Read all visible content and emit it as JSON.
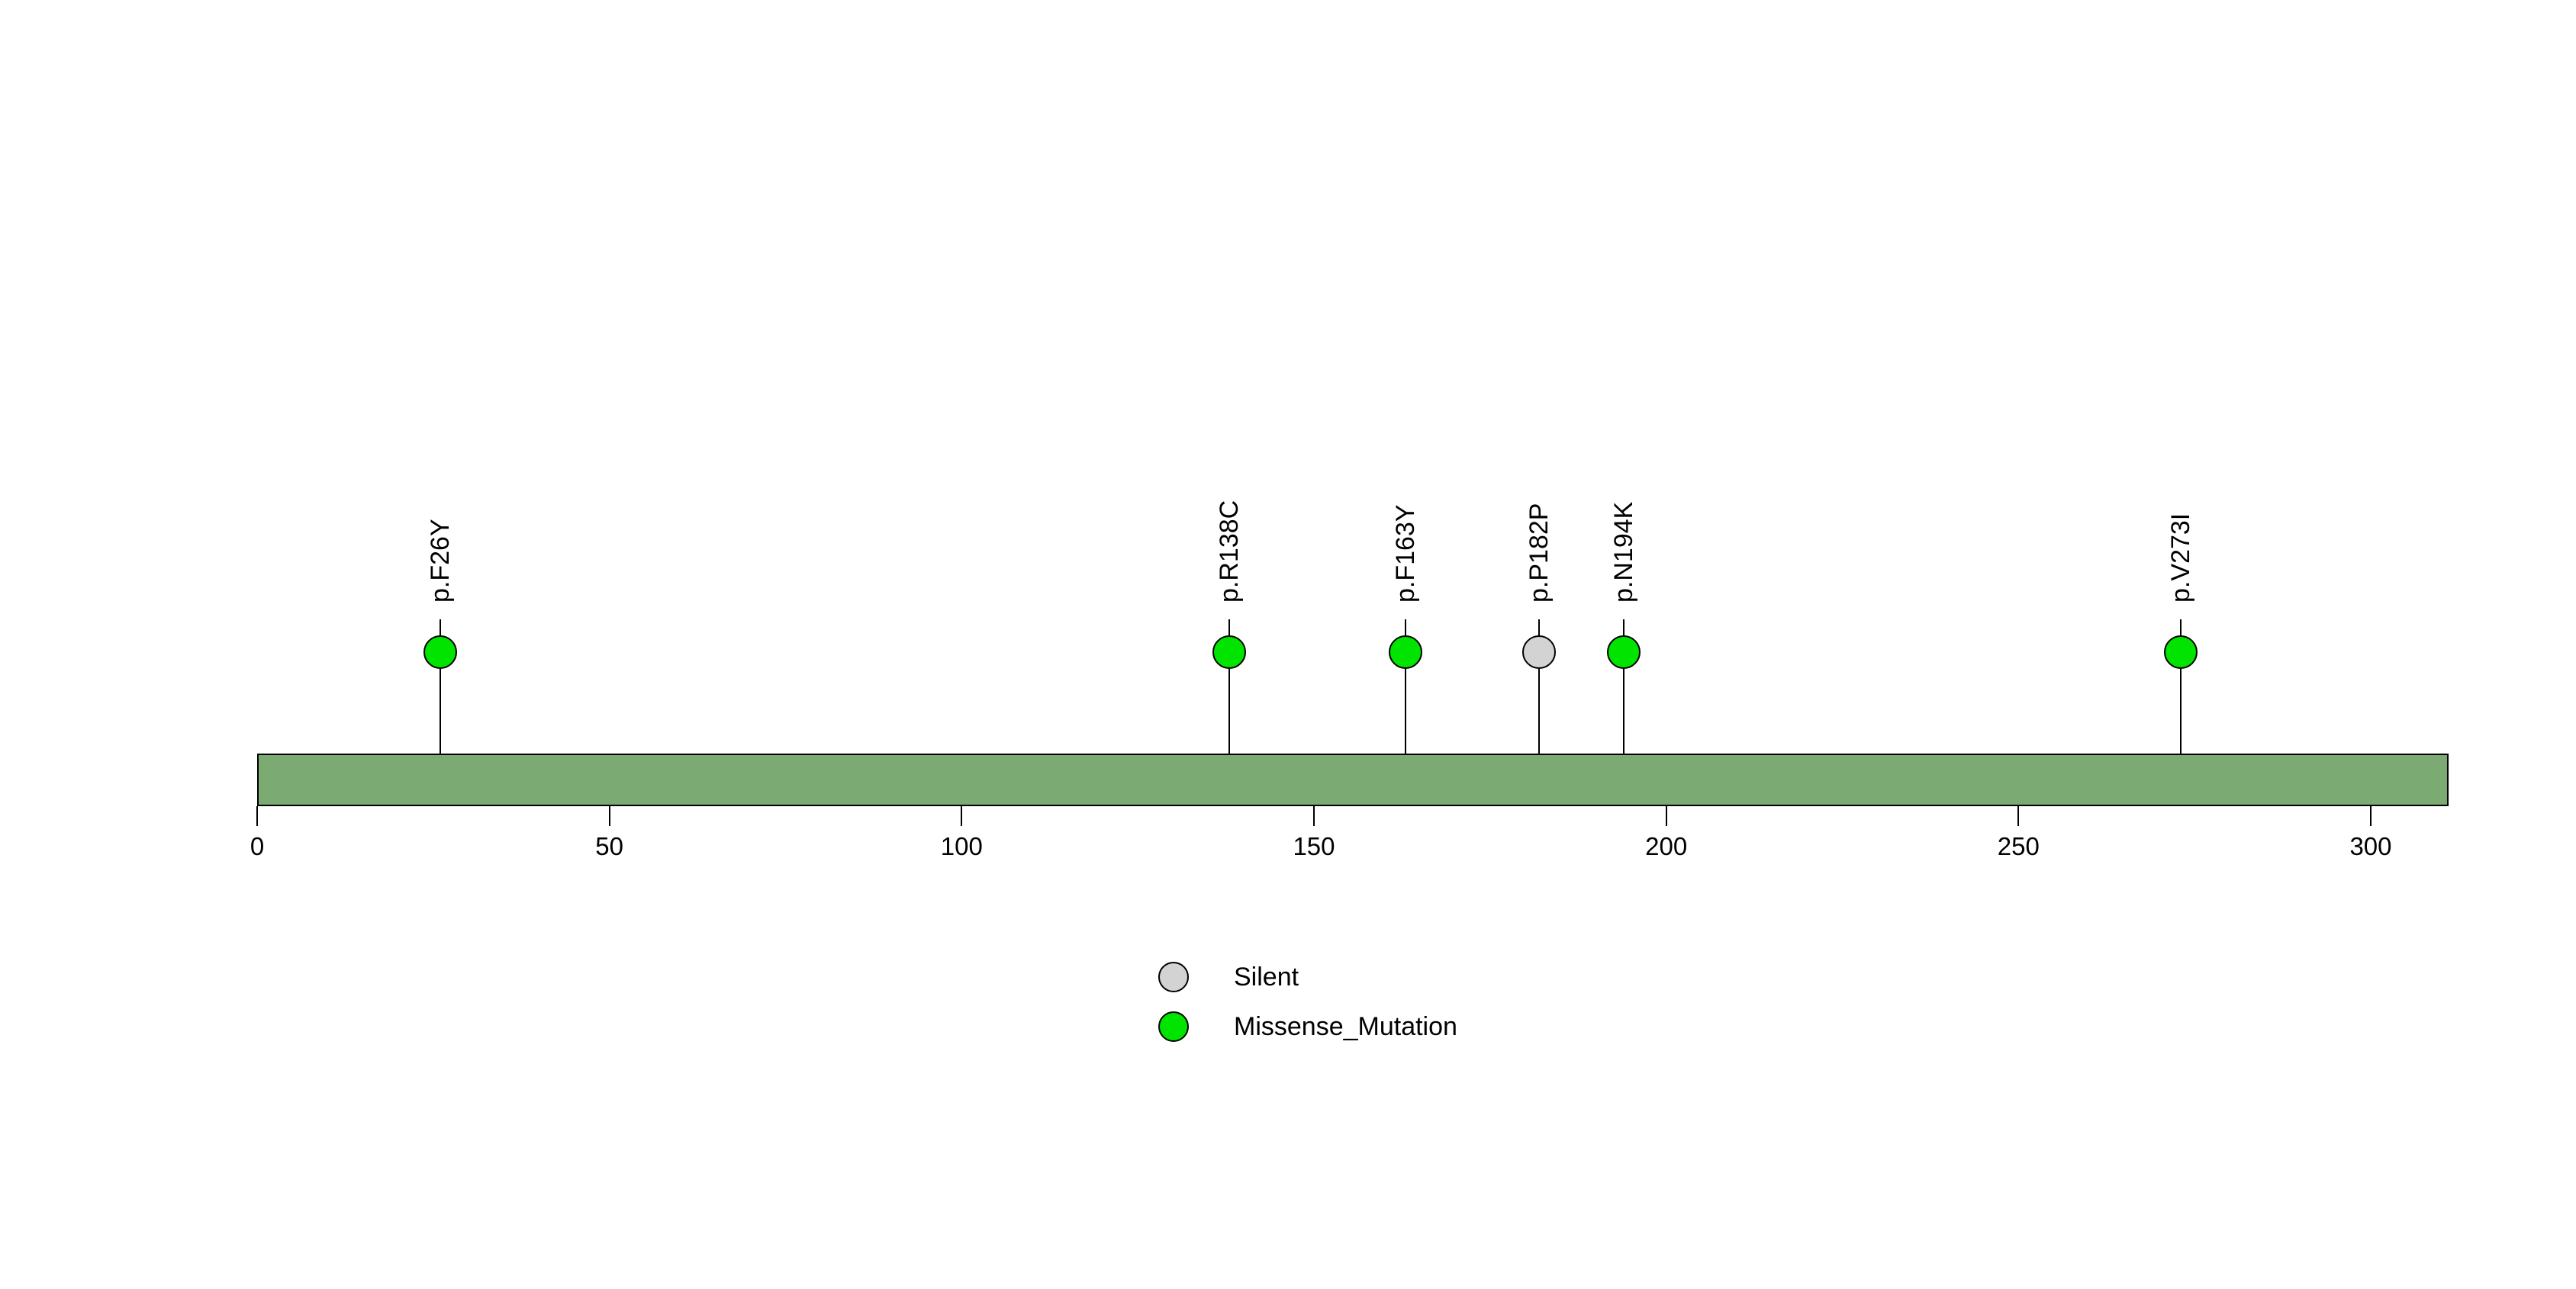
{
  "background": "#FFFFFF",
  "chart_data": {
    "type": "scatter",
    "variant": "lollipop_mutation_plot",
    "title": "",
    "xlabel": "",
    "ylabel": "",
    "grid": false,
    "points": [
      {
        "label": "p.F26Y",
        "position": 26,
        "class": "Missense_Mutation",
        "color": "#00E400"
      },
      {
        "label": "p.R138C",
        "position": 138,
        "class": "Missense_Mutation",
        "color": "#00E400"
      },
      {
        "label": "p.F163Y",
        "position": 163,
        "class": "Missense_Mutation",
        "color": "#00E400"
      },
      {
        "label": "p.P182P",
        "position": 182,
        "class": "Silent",
        "color": "#D3D3D3"
      },
      {
        "label": "p.N194K",
        "position": 194,
        "class": "Missense_Mutation",
        "color": "#00E400"
      },
      {
        "label": "p.V273I",
        "position": 273,
        "class": "Missense_Mutation",
        "color": "#00E400"
      }
    ],
    "x_axis": {
      "ticks": [
        0,
        50,
        100,
        150,
        200,
        250,
        300
      ],
      "range": [
        0,
        311
      ]
    },
    "protein_bar": {
      "start": 0,
      "end": 311,
      "fill": "#7BAA73",
      "border": "#000000"
    },
    "mutation_colors": {
      "Silent": "#D3D3D3",
      "Missense_Mutation": "#00E400"
    },
    "legend": [
      {
        "label": "Silent",
        "color": "#D3D3D3"
      },
      {
        "label": "Missense_Mutation",
        "color": "#00E400"
      }
    ],
    "legend_position": "bottom-center"
  }
}
